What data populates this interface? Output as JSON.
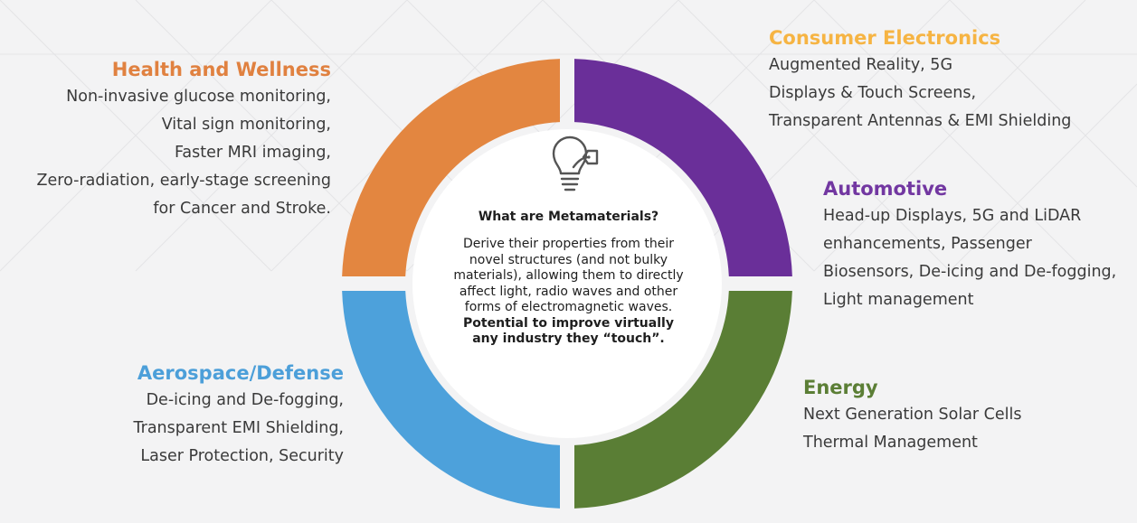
{
  "colors": {
    "health": "#e08140",
    "consumer": "#f6b443",
    "automotive": "#7237a1",
    "energy": "#5b7e35",
    "aerospace": "#4c9fd9",
    "ring_purple": "#6a2f99",
    "ring_orange": "#e38640",
    "ring_blue": "#4da1db",
    "ring_green": "#5a7e35"
  },
  "icons": {
    "center": "lightbulb-tag-icon"
  },
  "health": {
    "title": "Health and Wellness",
    "lines": [
      "Non-invasive glucose monitoring,",
      "Vital sign monitoring,",
      "Faster MRI imaging,",
      "Zero-radiation, early-stage screening",
      "for Cancer and Stroke."
    ]
  },
  "consumer": {
    "title": "Consumer Electronics",
    "lines": [
      "Augmented Reality, 5G",
      "Displays & Touch Screens,",
      "Transparent Antennas & EMI Shielding"
    ]
  },
  "automotive": {
    "title": "Automotive",
    "lines": [
      "Head-up Displays, 5G and LiDAR",
      "enhancements, Passenger",
      "Biosensors, De-icing and De-fogging,",
      "Light management"
    ]
  },
  "aerospace": {
    "title": "Aerospace/Defense",
    "lines": [
      "De-icing and De-fogging,",
      "Transparent EMI Shielding,",
      "Laser Protection, Security"
    ]
  },
  "energy": {
    "title": "Energy",
    "lines": [
      "Next Generation Solar Cells",
      "Thermal Management"
    ]
  },
  "center": {
    "question": "What are Metamaterials?",
    "description": "Derive their properties from their novel structures (and not bulky materials), allowing them to directly affect light, radio waves and other forms of electromagnetic waves.",
    "emphasis": "Potential to improve virtually any industry they “touch”."
  }
}
